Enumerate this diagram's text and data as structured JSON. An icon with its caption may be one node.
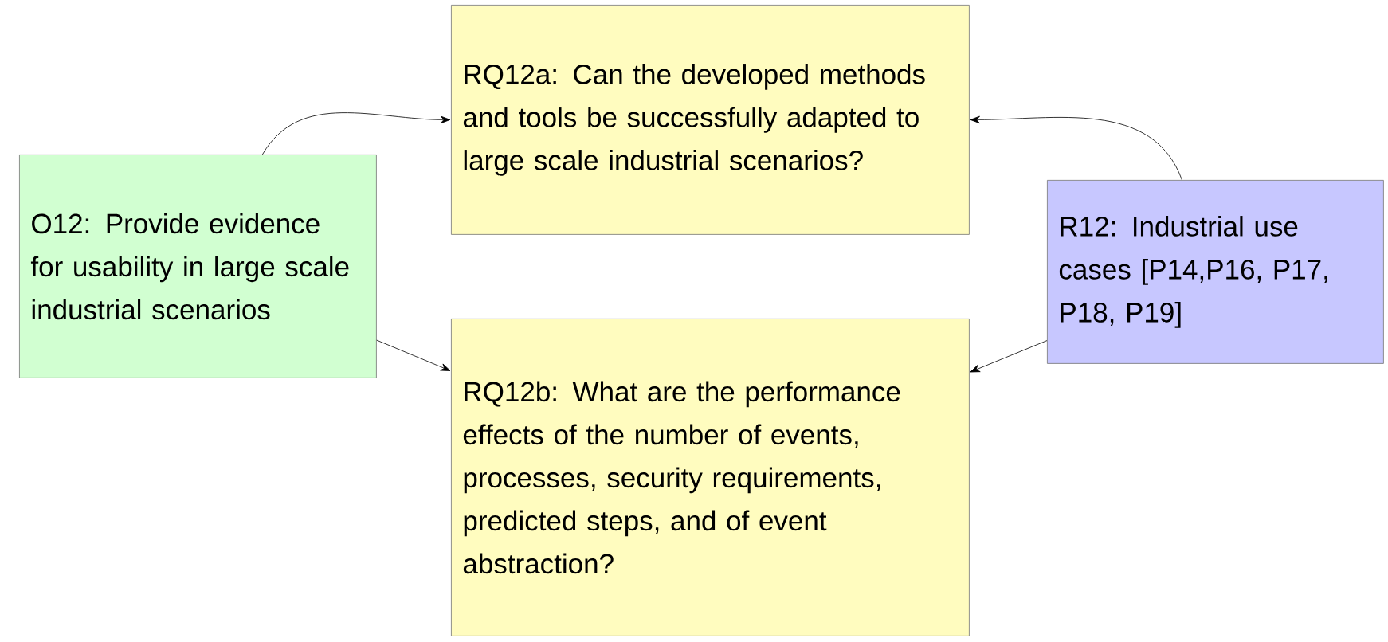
{
  "diagram": {
    "nodes": [
      {
        "text": [
          "O12: Provide evidence for usability in large scale industrial scenarios"
        ]
      },
      {
        "text": [
          "RQ12a: Can the developed methods and tools be successfully adapted to large scale industrial scenarios?"
        ]
      },
      {
        "text": [
          "RQ12b: What are the performance effects of the number of events, processes, security requirements, predicted steps, and of event abstraction?"
        ]
      },
      {
        "text": [
          "R12: Industrial use cases [P14,P16, P17, P18, P19]"
        ]
      }
    ],
    "edges": [
      {
        "from": 0,
        "to": 1,
        "arrow": "to"
      },
      {
        "from": 0,
        "to": 2,
        "arrow": "to"
      },
      {
        "from": 3,
        "to": 1,
        "arrow": "to"
      },
      {
        "from": 3,
        "to": 2,
        "arrow": "to"
      }
    ]
  }
}
